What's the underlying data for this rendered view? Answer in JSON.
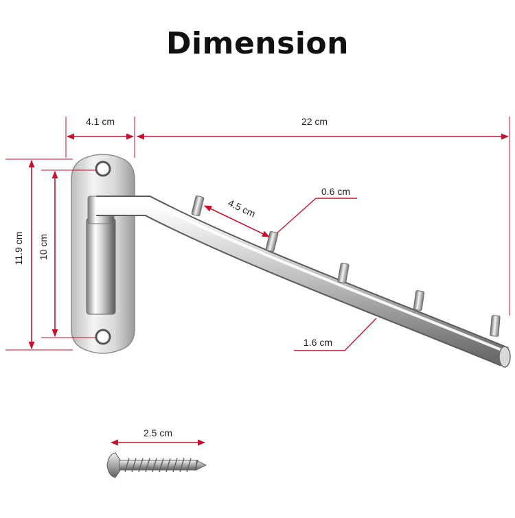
{
  "title": "Dimension",
  "labels": {
    "plate_width": "4.1 cm",
    "arm_length": "22 cm",
    "plate_height": "11.9 cm",
    "hole_spacing": "10 cm",
    "peg_spacing": "4.5 cm",
    "peg_diameter": "0.6 cm",
    "tube_diameter": "1.6 cm",
    "screw_length": "2.5 cm"
  },
  "colors": {
    "dimension_line": "#c8102e",
    "leader_line": "#c8102e",
    "metal_light": "#f2f2f2",
    "metal_dark": "#6e6e6e"
  }
}
